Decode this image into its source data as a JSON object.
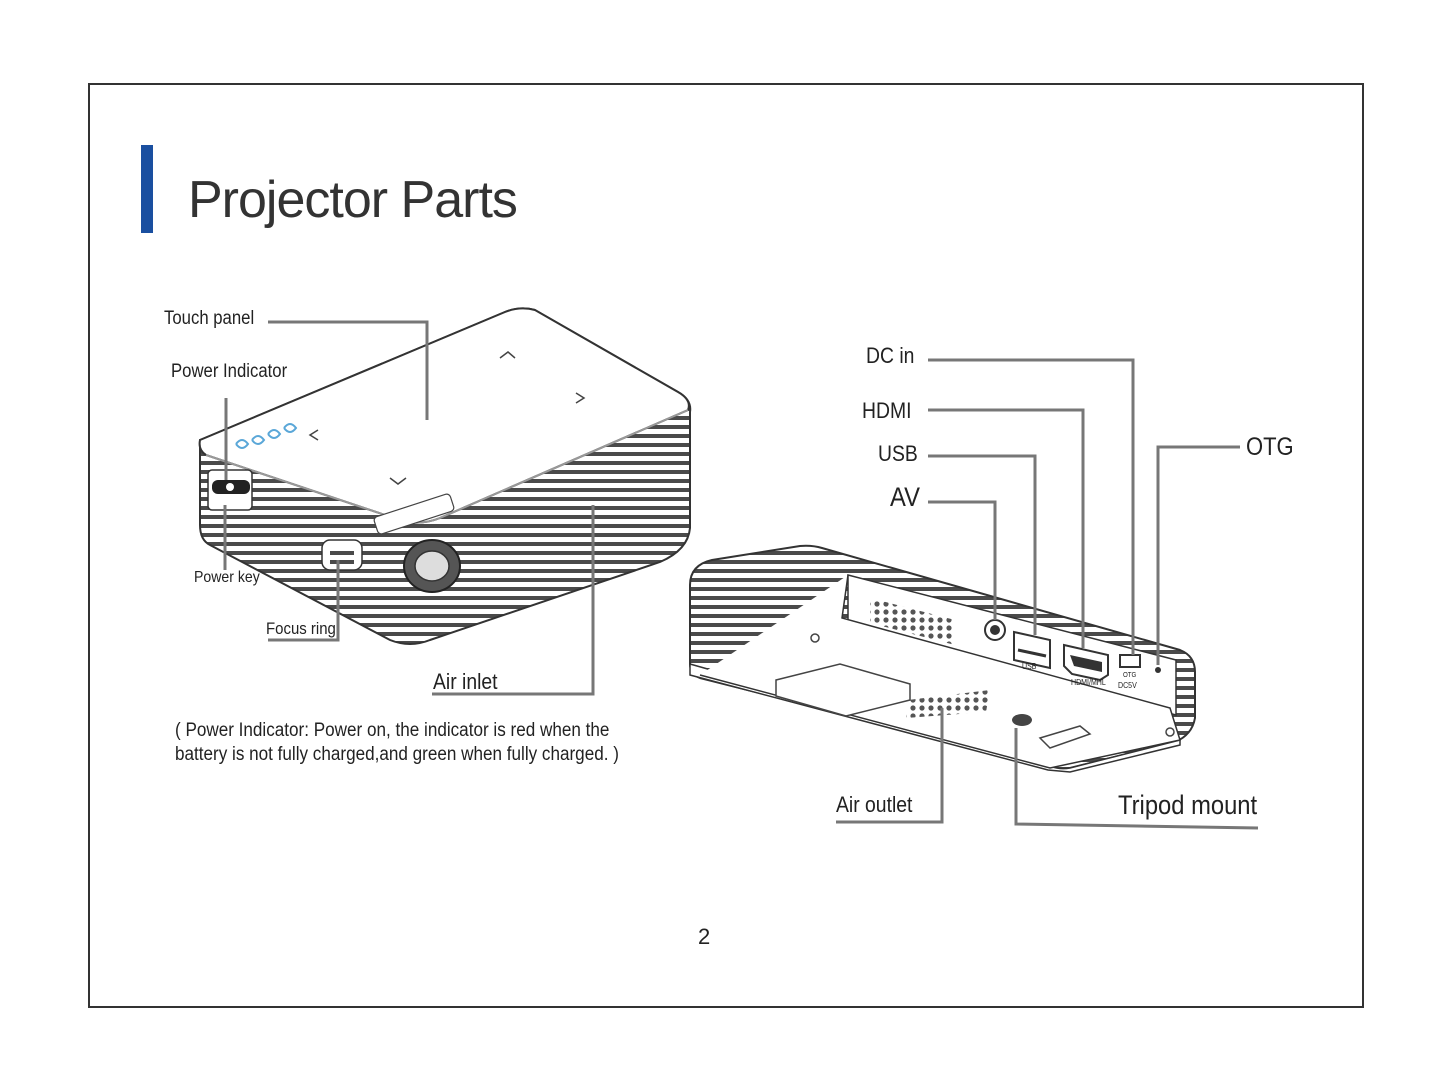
{
  "page": {
    "title": "Projector Parts",
    "page_number": "2",
    "accent_color": "#1a4fa0"
  },
  "labels": {
    "touch_panel": "Touch panel",
    "power_indicator": "Power Indicator",
    "power_key": "Power key",
    "focus_ring": "Focus ring",
    "air_inlet": "Air inlet",
    "dc_in": "DC in",
    "hdmi": "HDMI",
    "usb": "USB",
    "av": "AV",
    "otg": "OTG",
    "air_outlet": "Air outlet",
    "tripod_mount": "Tripod mount"
  },
  "device_markings": {
    "port_usb": "USB",
    "port_hdmi": "HDMI/MHL",
    "port_otg": "OTG",
    "port_dc": "DC5V"
  },
  "note": {
    "line1": "( Power Indicator: Power on, the indicator is red when the",
    "line2": "battery is not fully charged,and green when fully charged. )"
  }
}
